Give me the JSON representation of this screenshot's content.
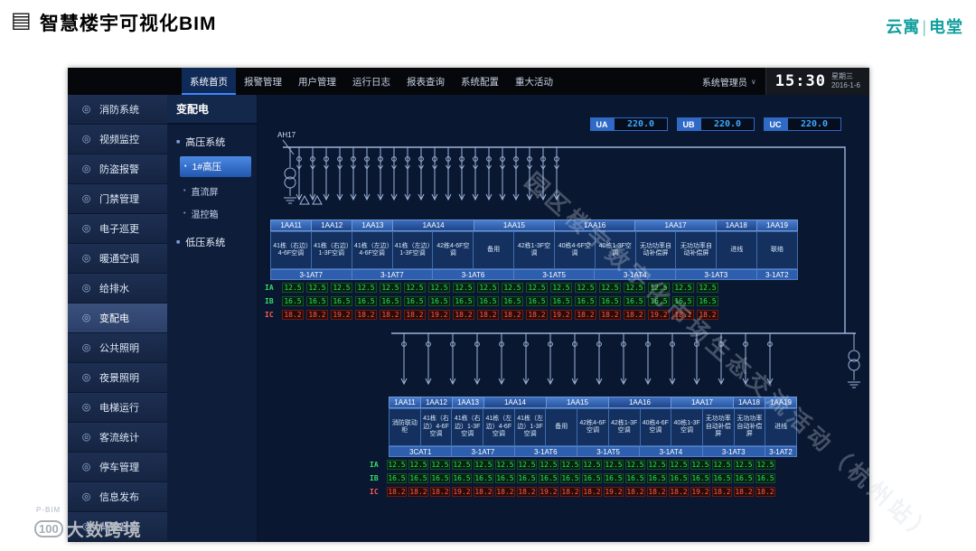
{
  "header": {
    "icon_glyph": "▤",
    "title": "智慧楼宇可视化BIM",
    "brand": {
      "left": "云寓",
      "divider": "|",
      "right": "电堂"
    }
  },
  "navbar": {
    "items": [
      {
        "label": "系统首页",
        "active": true
      },
      {
        "label": "报警管理"
      },
      {
        "label": "用户管理"
      },
      {
        "label": "运行日志"
      },
      {
        "label": "报表查询"
      },
      {
        "label": "系统配置"
      },
      {
        "label": "重大活动"
      }
    ],
    "user": "系统管理员",
    "user_caret": "∨",
    "clock": {
      "time": "15:30",
      "weekday": "星期三",
      "date": "2016-1-6"
    }
  },
  "sidebar": {
    "items": [
      {
        "label": "消防系统",
        "icon": "◎"
      },
      {
        "label": "视频监控",
        "icon": "◎"
      },
      {
        "label": "防盗报警",
        "icon": "◎"
      },
      {
        "label": "门禁管理",
        "icon": "◎"
      },
      {
        "label": "电子巡更",
        "icon": "◎"
      },
      {
        "label": "暖通空调",
        "icon": "◎"
      },
      {
        "label": "给排水",
        "icon": "◎"
      },
      {
        "label": "变配电",
        "icon": "◎",
        "active": true
      },
      {
        "label": "公共照明",
        "icon": "◎"
      },
      {
        "label": "夜景照明",
        "icon": "◎"
      },
      {
        "label": "电梯运行",
        "icon": "◎"
      },
      {
        "label": "客流统计",
        "icon": "◎"
      },
      {
        "label": "停车管理",
        "icon": "◎"
      },
      {
        "label": "信息发布",
        "icon": "◎"
      },
      {
        "label": "背景音乐",
        "icon": "◎"
      }
    ]
  },
  "submenu": {
    "title": "变配电",
    "items": [
      {
        "label": "高压系统",
        "type": "group",
        "bullet": "■"
      },
      {
        "label": "1#高压",
        "active": true,
        "bullet": "•"
      },
      {
        "label": "直流屏",
        "bullet": "•"
      },
      {
        "label": "温控箱",
        "bullet": "•"
      },
      {
        "label": "低压系统",
        "type": "group",
        "bullet": "■"
      }
    ]
  },
  "canvas": {
    "bus_label": "AH17",
    "measurements": [
      {
        "label": "UA",
        "value": "220.0"
      },
      {
        "label": "UB",
        "value": "220.0"
      },
      {
        "label": "UC",
        "value": "220.0"
      }
    ],
    "top_panel": {
      "headers": [
        {
          "label": "1AA11",
          "span": 1
        },
        {
          "label": "1AA12",
          "span": 1
        },
        {
          "label": "1AA13",
          "span": 1
        },
        {
          "label": "1AA14",
          "span": 2
        },
        {
          "label": "1AA15",
          "span": 2
        },
        {
          "label": "1AA16",
          "span": 2
        },
        {
          "label": "1AA17",
          "span": 2
        },
        {
          "label": "1AA18",
          "span": 1
        },
        {
          "label": "1AA19",
          "span": 1
        }
      ],
      "cells": [
        {
          "label": "41栋（右边）4-6F空调",
          "span": 1
        },
        {
          "label": "41栋（右边）1-3F空调",
          "span": 1
        },
        {
          "label": "41栋（左边）4-6F空调",
          "span": 1
        },
        {
          "label": "41栋（左边）1-3F空调",
          "span": 1
        },
        {
          "label": "42栋4-6F空调",
          "span": 1
        },
        {
          "label": "备用",
          "span": 1
        },
        {
          "label": "42栋1-3F空调",
          "span": 1
        },
        {
          "label": "40栋4-6F空调",
          "span": 1
        },
        {
          "label": "40栋1-3F空调",
          "span": 1
        },
        {
          "label": "无功功率自动补偿屏",
          "span": 1
        },
        {
          "label": "无功功率自动补偿屏",
          "span": 1
        },
        {
          "label": "进线",
          "span": 1
        },
        {
          "label": "联络",
          "span": 1
        }
      ],
      "footers": [
        {
          "label": "3-1AT7",
          "span": 2
        },
        {
          "label": "3-1AT7",
          "span": 2
        },
        {
          "label": "3-1AT6",
          "span": 2
        },
        {
          "label": "3-1AT5",
          "span": 2
        },
        {
          "label": "3-1AT4",
          "span": 2
        },
        {
          "label": "3-1AT3",
          "span": 2
        },
        {
          "label": "3-1AT2",
          "span": 1
        }
      ],
      "rows": {
        "ia": {
          "label": "IA",
          "values": [
            "12.5",
            "12.5",
            "12.5",
            "12.5",
            "12.5",
            "12.5",
            "12.5",
            "12.5",
            "12.5",
            "12.5",
            "12.5",
            "12.5",
            "12.5",
            "12.5",
            "12.5",
            "12.5",
            "12.5",
            "12.5"
          ]
        },
        "ib": {
          "label": "IB",
          "values": [
            "16.5",
            "16.5",
            "16.5",
            "16.5",
            "16.5",
            "16.5",
            "16.5",
            "16.5",
            "16.5",
            "16.5",
            "16.5",
            "16.5",
            "16.5",
            "16.5",
            "16.5",
            "16.5",
            "16.5",
            "16.5"
          ]
        },
        "ic": {
          "label": "IC",
          "values": [
            "18.2",
            "18.2",
            "19.2",
            "18.2",
            "18.2",
            "18.2",
            "19.2",
            "18.2",
            "18.2",
            "18.2",
            "18.2",
            "19.2",
            "18.2",
            "18.2",
            "18.2",
            "19.2",
            "18.2",
            "18.2"
          ]
        }
      }
    },
    "bottom_panel": {
      "headers": [
        {
          "label": "1AA11",
          "span": 1
        },
        {
          "label": "1AA12",
          "span": 1
        },
        {
          "label": "1AA13",
          "span": 1
        },
        {
          "label": "1AA14",
          "span": 2
        },
        {
          "label": "1AA15",
          "span": 2
        },
        {
          "label": "1AA16",
          "span": 2
        },
        {
          "label": "1AA17",
          "span": 2
        },
        {
          "label": "1AA18",
          "span": 1
        },
        {
          "label": "1AA19",
          "span": 1
        }
      ],
      "cells": [
        {
          "label": "消防联动柜",
          "span": 1
        },
        {
          "label": "41栋（右边）4-6F空调",
          "span": 1
        },
        {
          "label": "41栋（右边）1-3F空调",
          "span": 1
        },
        {
          "label": "41栋（左边）4-6F空调",
          "span": 1
        },
        {
          "label": "41栋（左边）1-3F空调",
          "span": 1
        },
        {
          "label": "备用",
          "span": 1
        },
        {
          "label": "42栋4-6F空调",
          "span": 1
        },
        {
          "label": "42栋1-3F空调",
          "span": 1
        },
        {
          "label": "40栋4-6F空调",
          "span": 1
        },
        {
          "label": "40栋1-3F空调",
          "span": 1
        },
        {
          "label": "无功功率自动补偿屏",
          "span": 1
        },
        {
          "label": "无功功率自动补偿屏",
          "span": 1
        },
        {
          "label": "进线",
          "span": 1
        }
      ],
      "footers": [
        {
          "label": "3CAT1",
          "span": 2
        },
        {
          "label": "3-1AT7",
          "span": 2
        },
        {
          "label": "3-1AT6",
          "span": 2
        },
        {
          "label": "3-1AT5",
          "span": 2
        },
        {
          "label": "3-1AT4",
          "span": 2
        },
        {
          "label": "3-1AT3",
          "span": 2
        },
        {
          "label": "3-1AT2",
          "span": 1
        }
      ],
      "rows": {
        "ia": {
          "label": "IA",
          "values": [
            "12.5",
            "12.5",
            "12.5",
            "12.5",
            "12.5",
            "12.5",
            "12.5",
            "12.5",
            "12.5",
            "12.5",
            "12.5",
            "12.5",
            "12.5",
            "12.5",
            "12.5",
            "12.5",
            "12.5",
            "12.5"
          ]
        },
        "ib": {
          "label": "IB",
          "values": [
            "16.5",
            "16.5",
            "16.5",
            "16.5",
            "16.5",
            "16.5",
            "16.5",
            "16.5",
            "16.5",
            "16.5",
            "16.5",
            "16.5",
            "16.5",
            "16.5",
            "16.5",
            "16.5",
            "16.5",
            "16.5"
          ]
        },
        "ic": {
          "label": "IC",
          "values": [
            "18.2",
            "18.2",
            "18.2",
            "19.2",
            "18.2",
            "18.2",
            "18.2",
            "19.2",
            "18.2",
            "18.2",
            "19.2",
            "18.2",
            "18.2",
            "18.2",
            "19.2",
            "18.2",
            "18.2",
            "18.2"
          ]
        }
      }
    },
    "watermark": "园区楼宇数字化市场生态交流活动（杭州站）"
  },
  "footer_logo": {
    "small_text": "P-BIM",
    "mark": "100",
    "name": "大数跨境"
  }
}
